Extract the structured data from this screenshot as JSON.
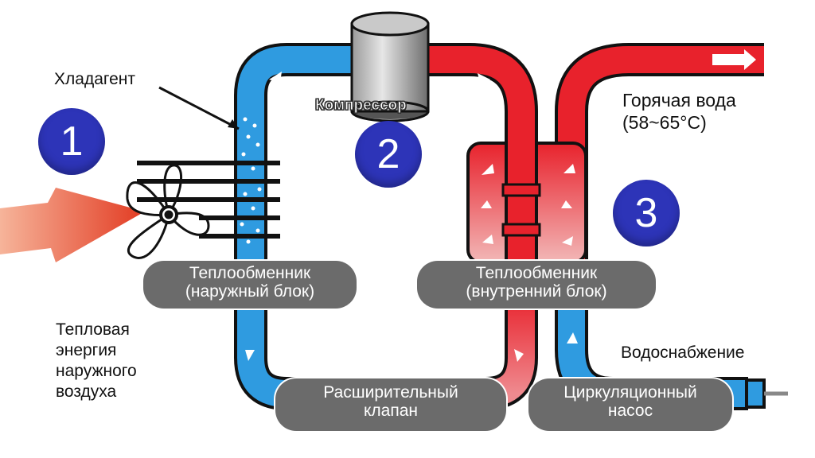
{
  "labels": {
    "refrigerant": "Хладагент",
    "compressor": "Компрессор",
    "hot_water_line1": "Горячая вода",
    "hot_water_line2": "(58~65°C)",
    "water_supply": "Водоснабжение",
    "outdoor_energy": [
      "Тепловая",
      "энергия",
      "наружного",
      "воздуха"
    ]
  },
  "components": {
    "outdoor_exchanger": [
      "Теплообменник",
      "(наружный блок)"
    ],
    "indoor_exchanger": [
      "Теплообменник",
      "(внутренний блок)"
    ],
    "expansion_valve": [
      "Расширительный",
      "клапан"
    ],
    "circulation_pump": [
      "Циркуляционный",
      "насос"
    ]
  },
  "numbers": [
    "1",
    "2",
    "3"
  ],
  "colors": {
    "cold_pipe": "#2f9be0",
    "hot_pipe": "#e8222c",
    "pipe_outline": "#111111",
    "label_bg": "#6b6b6b",
    "number_badge": "#2d34b8",
    "air_arrow": "#e8503a"
  }
}
